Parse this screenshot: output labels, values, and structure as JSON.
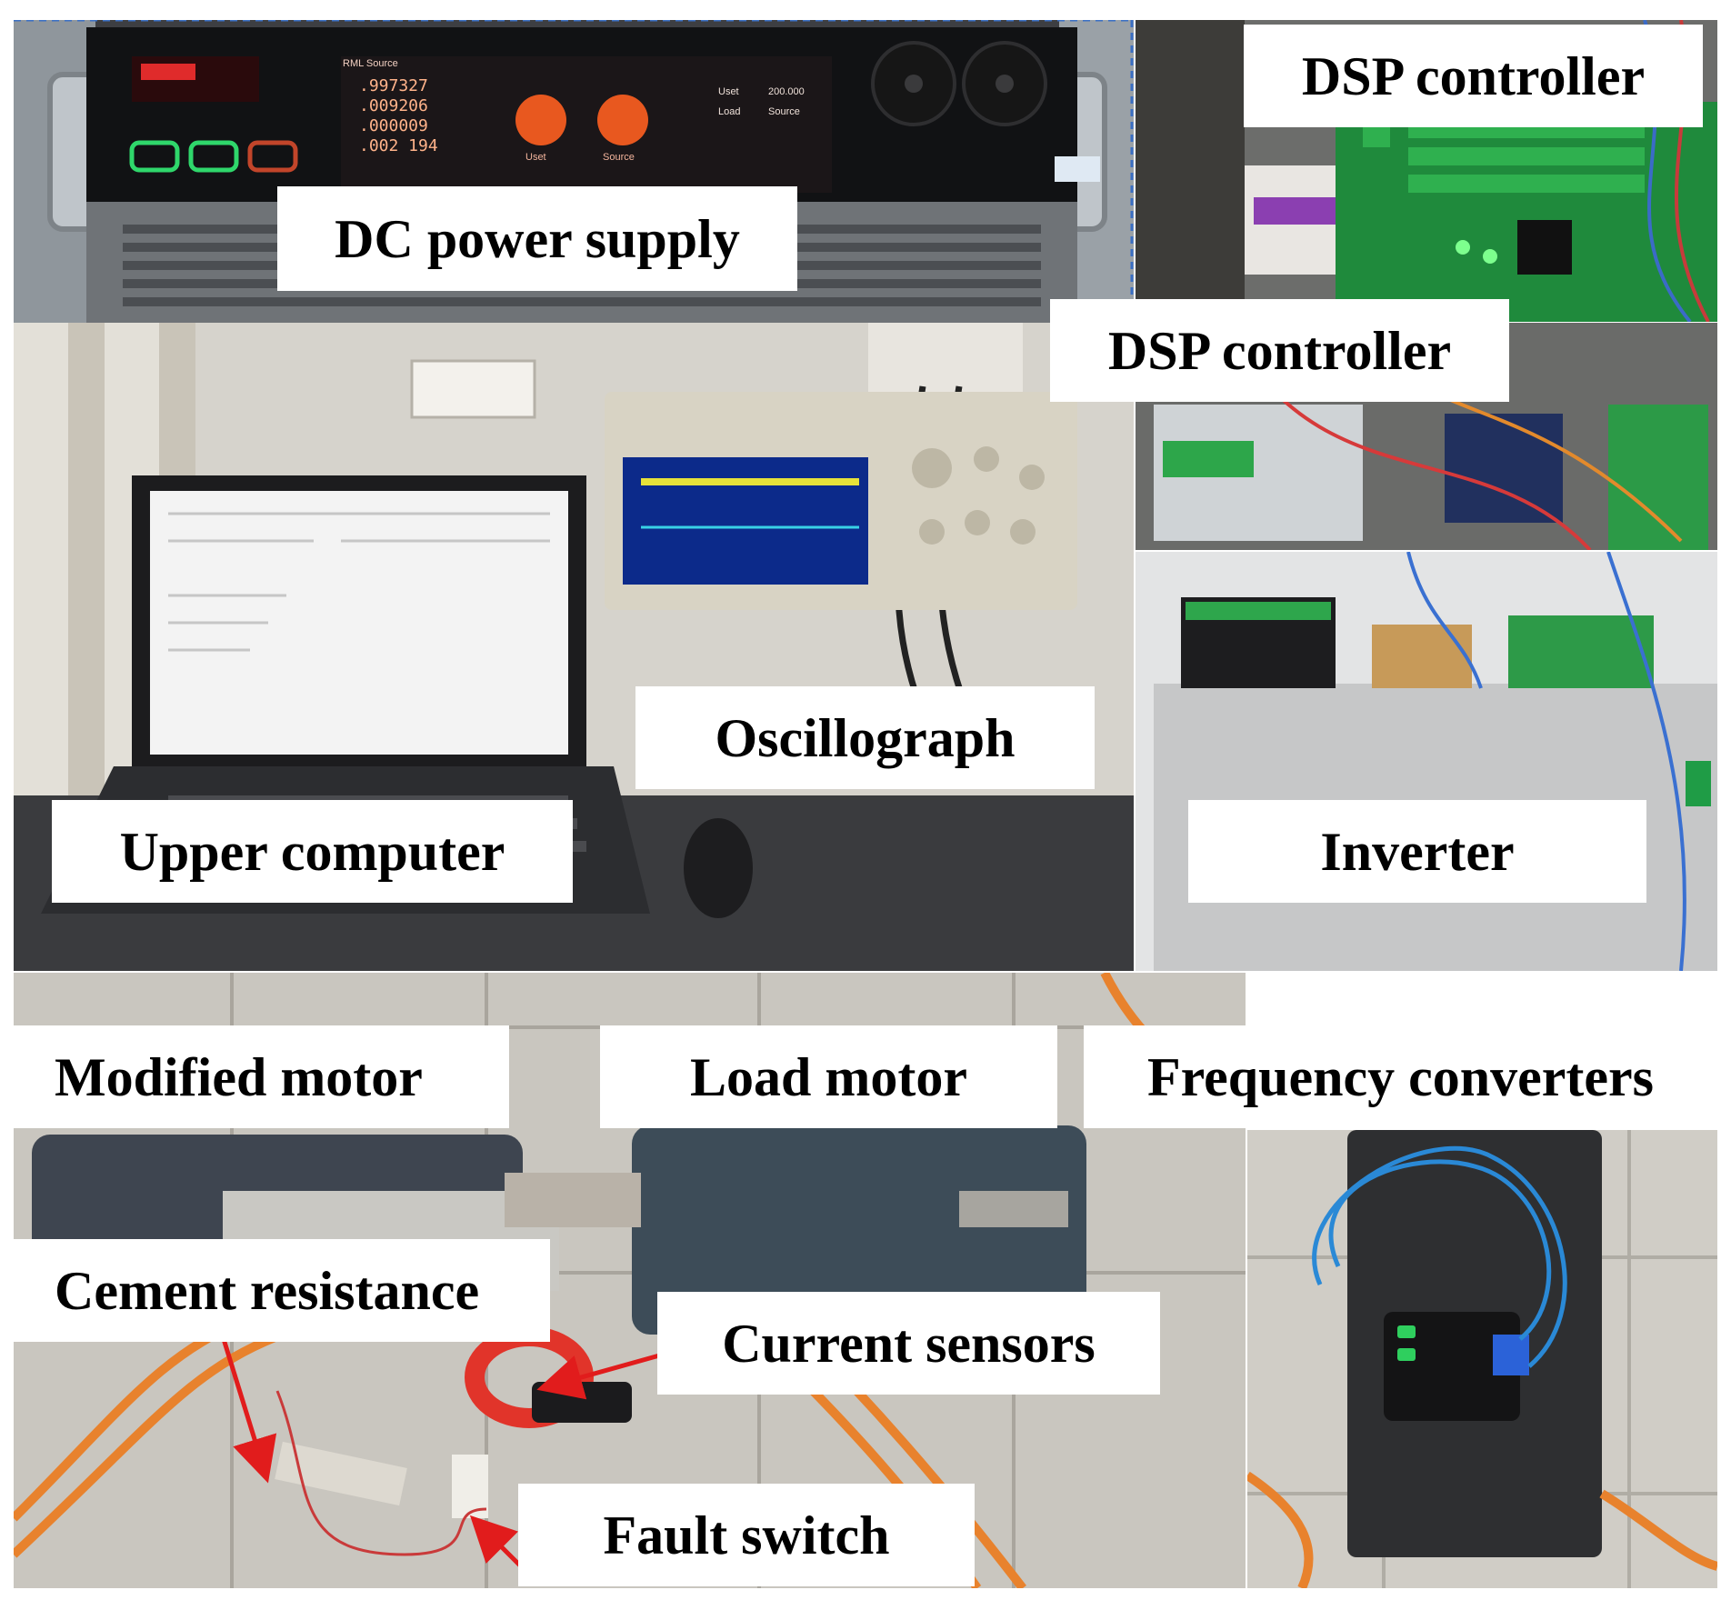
{
  "labels": {
    "dc_power_supply": "DC power supply",
    "dsp_controller_top": "DSP controller",
    "dsp_controller_mid": "DSP controller",
    "oscillograph": "Oscillograph",
    "upper_computer": "Upper computer",
    "inverter": "Inverter",
    "modified_motor": "Modified motor",
    "load_motor": "Load motor",
    "frequency_converters": "Frequency converters",
    "cement_resistance": "Cement resistance",
    "current_sensors": "Current sensors",
    "fault_switch": "Fault switch"
  },
  "panels": {
    "power_supply_display": {
      "header_left": "RML Source",
      "readings": [
        ".997327",
        ".009206",
        ".000009",
        ".002 194"
      ],
      "knob_left": "Uset",
      "knob_right": "Source",
      "side_left": [
        "Uset",
        "Load"
      ],
      "side_right": [
        "200.000",
        "Source"
      ]
    }
  },
  "colors": {
    "label_bg": "#ffffff",
    "arrow": "#e11c1c",
    "bench": "#3a3b3e",
    "wall": "#d9d5cd",
    "pcb": "#1f8a3c",
    "floor": "#c9c6bf",
    "cable": "#e8822d"
  }
}
